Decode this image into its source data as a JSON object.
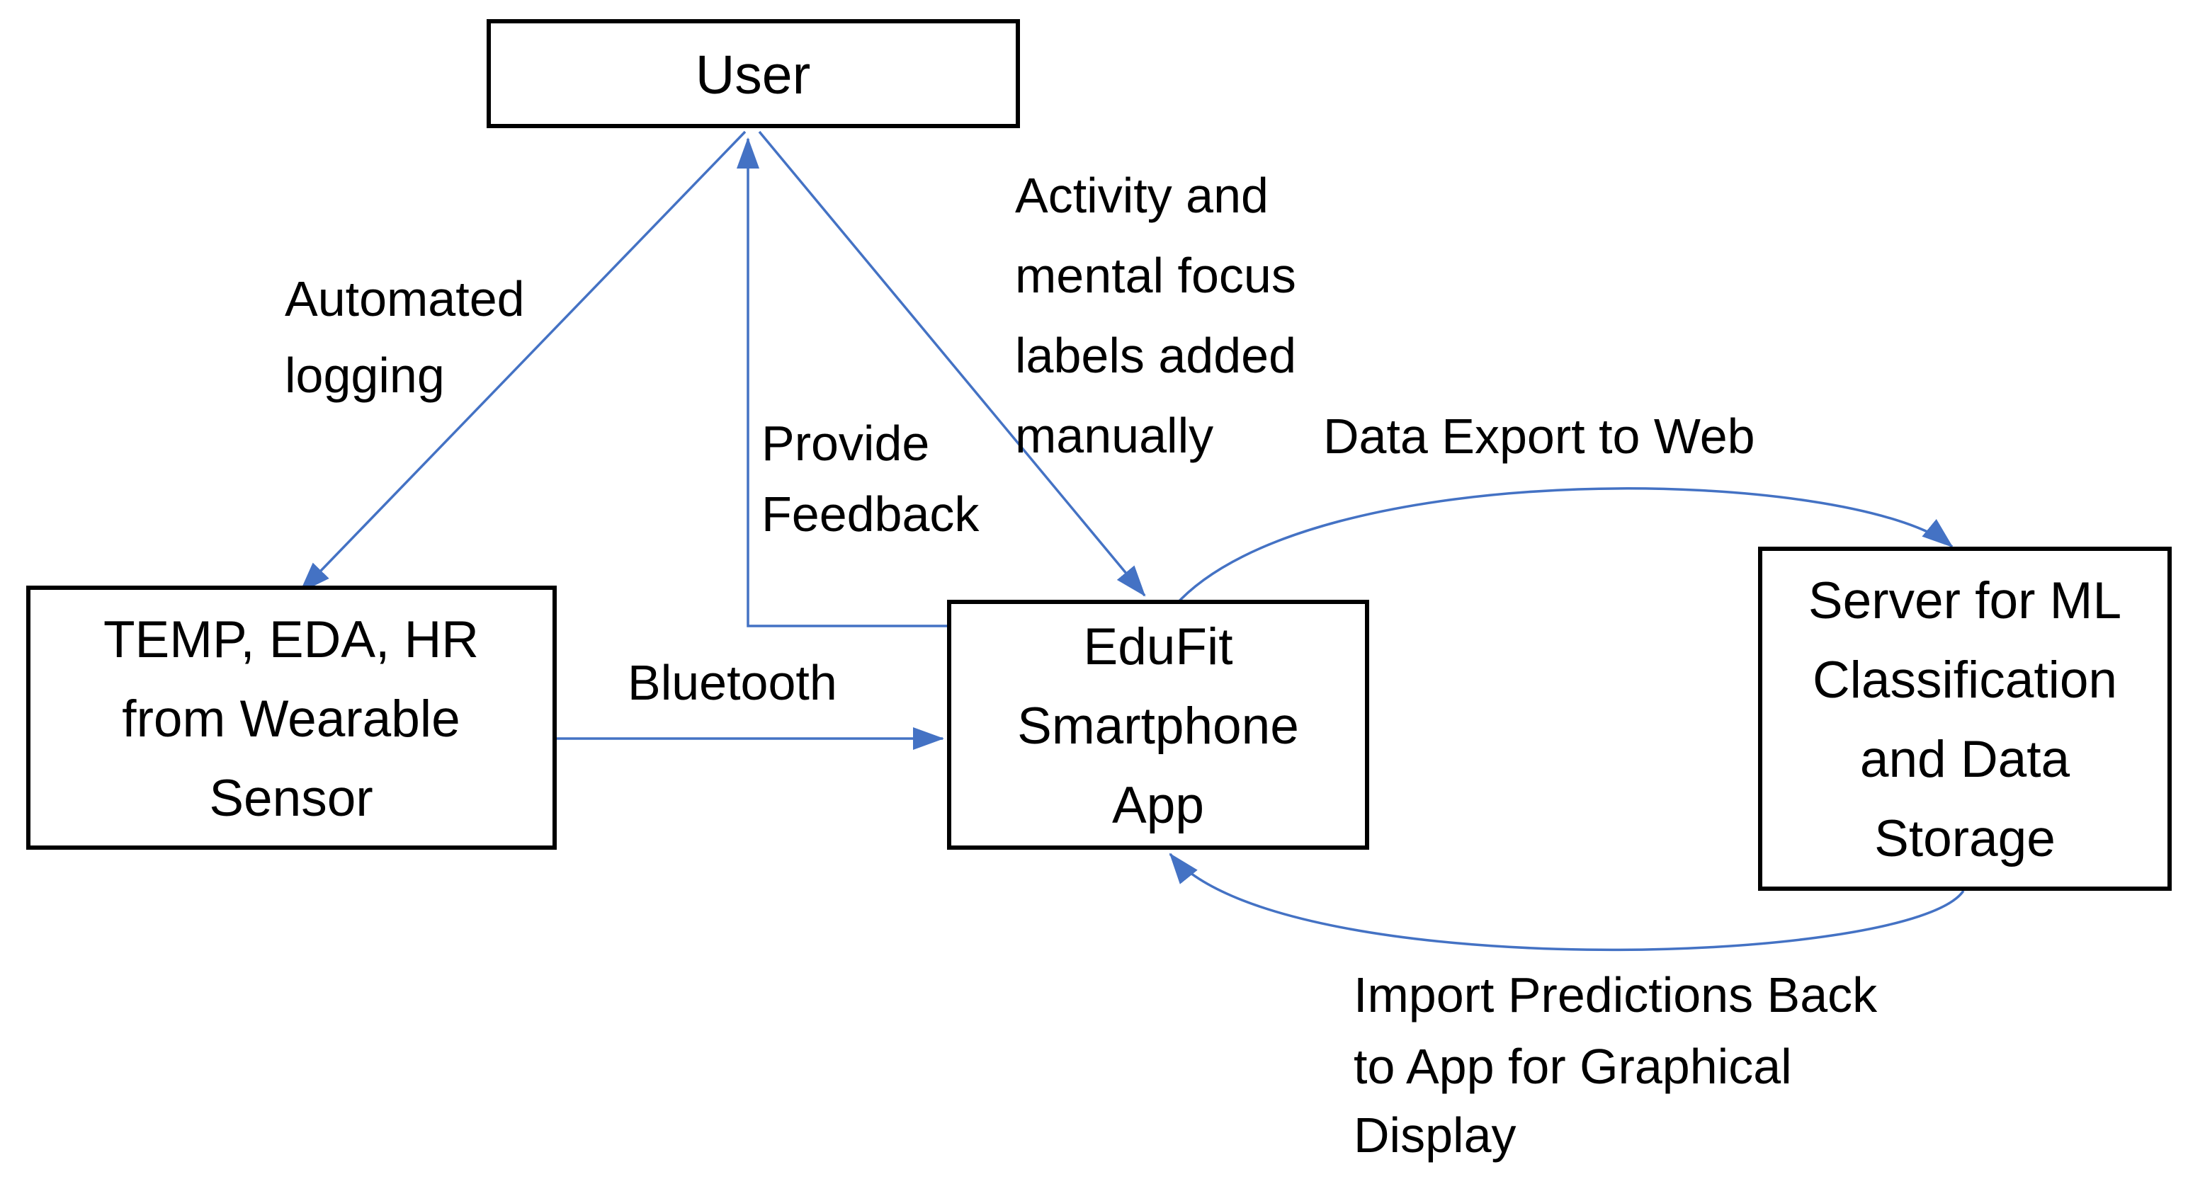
{
  "diagram": {
    "colors": {
      "arrow": "#4472C4",
      "box_border": "#000000",
      "text": "#000000",
      "background": "#FFFFFF"
    },
    "nodes": {
      "user": {
        "lines": [
          "User"
        ]
      },
      "sensor": {
        "lines": [
          "TEMP, EDA, HR",
          "from Wearable",
          "Sensor"
        ]
      },
      "app": {
        "lines": [
          "EduFit",
          "Smartphone",
          "App"
        ]
      },
      "server": {
        "lines": [
          "Server for ML",
          "Classification",
          "and Data",
          "Storage"
        ]
      }
    },
    "edges": {
      "automated_logging": {
        "from": "User",
        "to": "TEMP, EDA, HR from Wearable Sensor",
        "label_lines": [
          "Automated",
          "logging"
        ]
      },
      "provide_feedback": {
        "from": "EduFit Smartphone App",
        "to": "User",
        "label_lines": [
          "Provide",
          "Feedback"
        ]
      },
      "manual_labels": {
        "from": "User",
        "to": "EduFit Smartphone App",
        "label_lines": [
          "Activity and",
          "mental focus",
          "labels added",
          "manually"
        ]
      },
      "bluetooth": {
        "from": "TEMP, EDA, HR from Wearable Sensor",
        "to": "EduFit Smartphone App",
        "label_lines": [
          "Bluetooth"
        ]
      },
      "data_export": {
        "from": "EduFit Smartphone App",
        "to": "Server for ML Classification and Data Storage",
        "label_lines": [
          "Data Export to Web"
        ]
      },
      "import_predictions": {
        "from": "Server for ML Classification and Data Storage",
        "to": "EduFit Smartphone App",
        "label_lines": [
          "Import Predictions Back",
          "to App for Graphical",
          "Display"
        ]
      }
    }
  }
}
